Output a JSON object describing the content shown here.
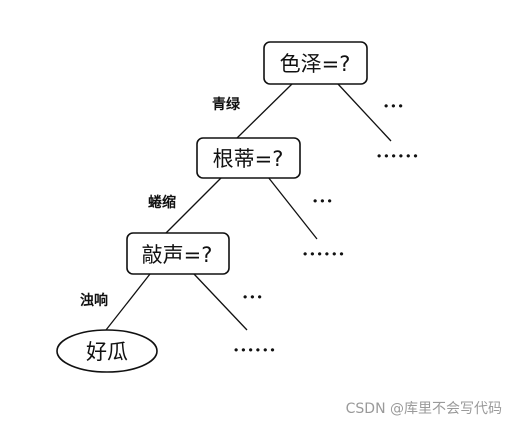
{
  "diagram": {
    "nodes": {
      "color": "色泽=?",
      "root_stem": "根蒂=?",
      "knock_sound": "敲声=?",
      "good_melon": "好瓜"
    },
    "edge_labels": {
      "qinglv": "青绿",
      "quansuo": "蜷缩",
      "zhuoxiang": "浊响"
    },
    "ellipses": {
      "short": "···",
      "long": "······"
    }
  },
  "watermark": "CSDN @库里不会写代码"
}
